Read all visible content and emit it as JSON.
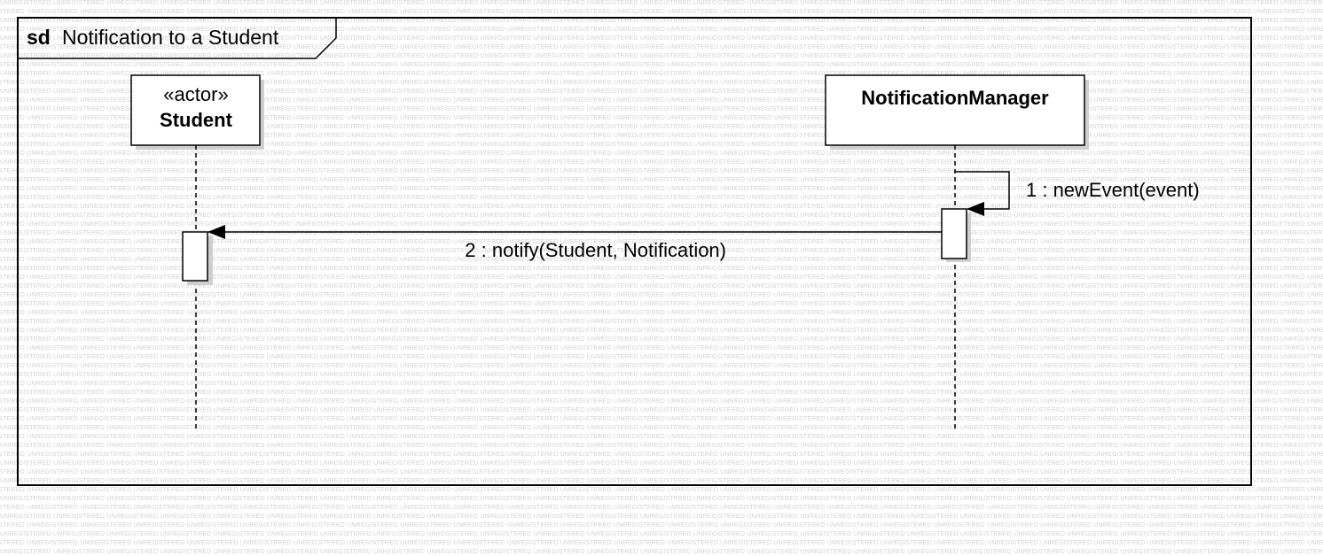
{
  "frame": {
    "keyword": "sd",
    "title": "Notification to a Student"
  },
  "watermark": {
    "text": "UNREGISTERED"
  },
  "lifelines": [
    {
      "id": "student",
      "stereotype": "«actor»",
      "name": "Student"
    },
    {
      "id": "notification-manager",
      "stereotype": "",
      "name": "NotificationManager"
    }
  ],
  "messages": [
    {
      "label": "1 : newEvent(event)",
      "kind": "self-call",
      "from": "notification-manager",
      "to": "notification-manager"
    },
    {
      "label": "2 : notify(Student, Notification)",
      "kind": "synchronous",
      "from": "notification-manager",
      "to": "student"
    }
  ],
  "colors": {
    "line": "#000000",
    "fill": "#ffffff",
    "shadow": "#cfcfcf",
    "watermark": "#d2d2d2"
  }
}
